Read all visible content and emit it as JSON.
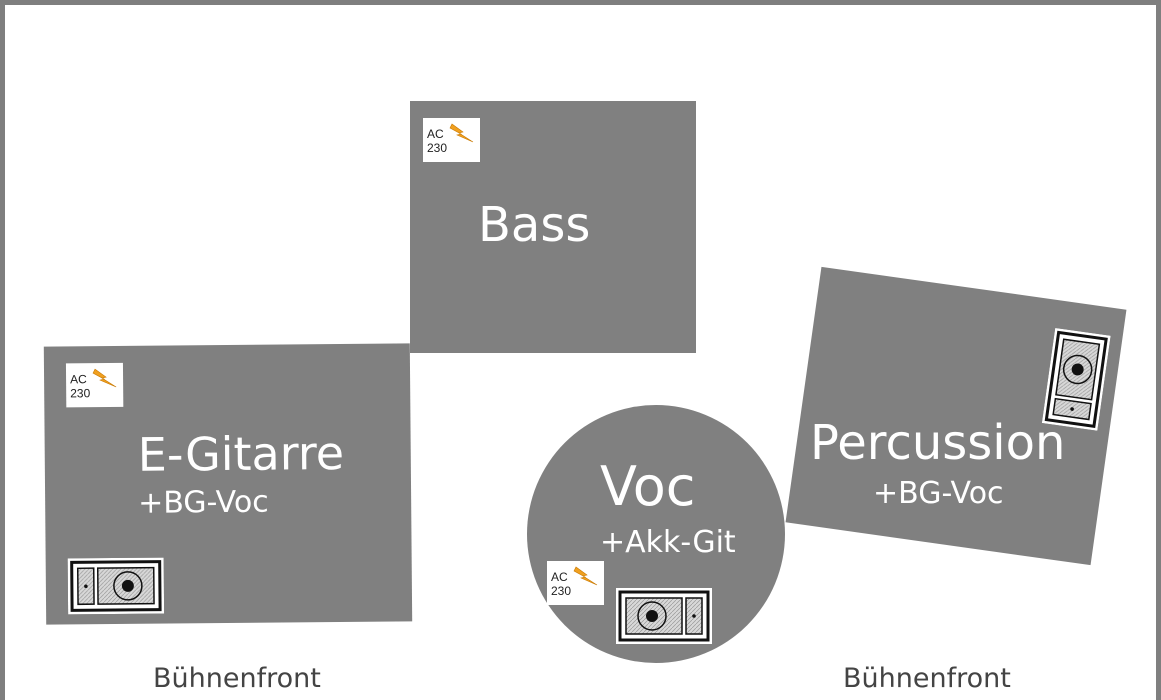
{
  "zones": {
    "bass": {
      "title": "Bass"
    },
    "guitar": {
      "title": "E-Gitarre",
      "subtitle": "+BG-Voc"
    },
    "percussion": {
      "title": "Percussion",
      "subtitle": "+BG-Voc"
    },
    "vocals": {
      "title": "Voc",
      "subtitle": "+Akk-Git"
    }
  },
  "power_outlet": {
    "line1": "AC",
    "line2": "230",
    "icon": "lightning-bolt-icon"
  },
  "stage_front": {
    "left": "Bühnenfront",
    "right": "Bühnenfront"
  },
  "colors": {
    "zone": "#808080",
    "border": "#7f7f7f",
    "bolt": "#f0a020",
    "text_on_zone": "#ffffff"
  },
  "icons": [
    "wedge-monitor-icon",
    "speaker-cabinet-icon",
    "power-outlet-icon"
  ]
}
